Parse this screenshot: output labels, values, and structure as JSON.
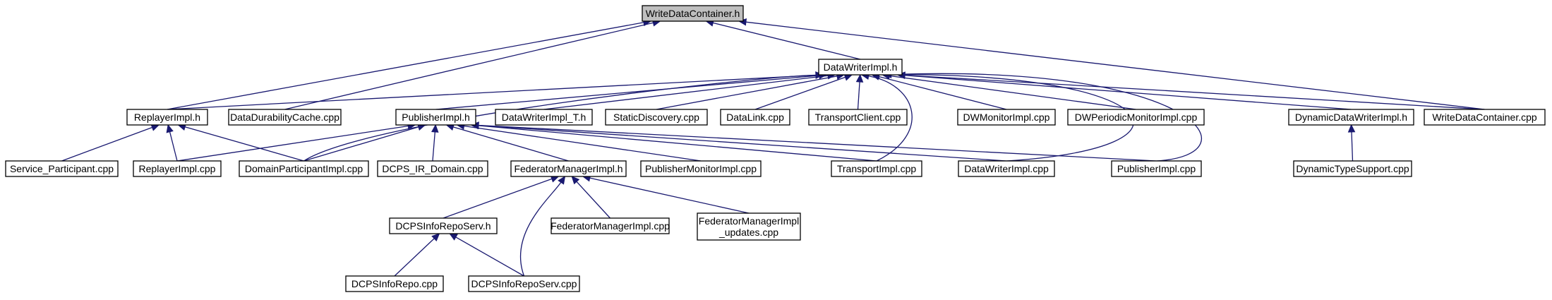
{
  "graph": {
    "title": "WriteDataContainer.h include dependency graph",
    "colors": {
      "edge": "#191970",
      "root_fill": "#bfbfbf",
      "node_fill": "#ffffff",
      "border": "#000000"
    },
    "nodes": [
      {
        "id": "root",
        "label": [
          "WriteDataContainer.h"
        ],
        "root": true
      },
      {
        "id": "dwi_h",
        "label": [
          "DataWriterImpl.h"
        ]
      },
      {
        "id": "replayer_h",
        "label": [
          "ReplayerImpl.h"
        ]
      },
      {
        "id": "ddc_cpp",
        "label": [
          "DataDurabilityCache.cpp"
        ]
      },
      {
        "id": "pub_h",
        "label": [
          "PublisherImpl.h"
        ]
      },
      {
        "id": "dwit_h",
        "label": [
          "DataWriterImpl_T.h"
        ]
      },
      {
        "id": "staticdisc_cpp",
        "label": [
          "StaticDiscovery.cpp"
        ]
      },
      {
        "id": "datalink_cpp",
        "label": [
          "DataLink.cpp"
        ]
      },
      {
        "id": "transclient_cpp",
        "label": [
          "TransportClient.cpp"
        ]
      },
      {
        "id": "dwmon_cpp",
        "label": [
          "DWMonitorImpl.cpp"
        ]
      },
      {
        "id": "dwpermon_cpp",
        "label": [
          "DWPeriodicMonitorImpl.cpp"
        ]
      },
      {
        "id": "dyndw_h",
        "label": [
          "DynamicDataWriterImpl.h"
        ]
      },
      {
        "id": "wdc_cpp",
        "label": [
          "WriteDataContainer.cpp"
        ]
      },
      {
        "id": "svcpart_cpp",
        "label": [
          "Service_Participant.cpp"
        ]
      },
      {
        "id": "replayer_cpp",
        "label": [
          "ReplayerImpl.cpp"
        ]
      },
      {
        "id": "dpi_cpp",
        "label": [
          "DomainParticipantImpl.cpp"
        ]
      },
      {
        "id": "irdomain_cpp",
        "label": [
          "DCPS_IR_Domain.cpp"
        ]
      },
      {
        "id": "fedmgr_h",
        "label": [
          "FederatorManagerImpl.h"
        ]
      },
      {
        "id": "pubmon_cpp",
        "label": [
          "PublisherMonitorImpl.cpp"
        ]
      },
      {
        "id": "transimpl_cpp",
        "label": [
          "TransportImpl.cpp"
        ]
      },
      {
        "id": "dwi_cpp",
        "label": [
          "DataWriterImpl.cpp"
        ]
      },
      {
        "id": "pubimpl_cpp",
        "label": [
          "PublisherImpl.cpp"
        ]
      },
      {
        "id": "dyntype_cpp",
        "label": [
          "DynamicTypeSupport.cpp"
        ]
      },
      {
        "id": "repo< srv_h",
        "label": [
          "DCPSInfoRepoServ.h"
        ]
      },
      {
        "id": "fedmgr_cpp",
        "label": [
          "FederatorManagerImpl.cpp"
        ]
      },
      {
        "id": "fedupd_cpp",
        "label": [
          "FederatorManagerImpl",
          "_updates.cpp"
        ]
      },
      {
        "id": "repo_cpp",
        "label": [
          "DCPSInfoRepo.cpp"
        ]
      },
      {
        "id": "reposrv_cpp",
        "label": [
          "DCPSInfoRepoServ.cpp"
        ]
      }
    ]
  }
}
